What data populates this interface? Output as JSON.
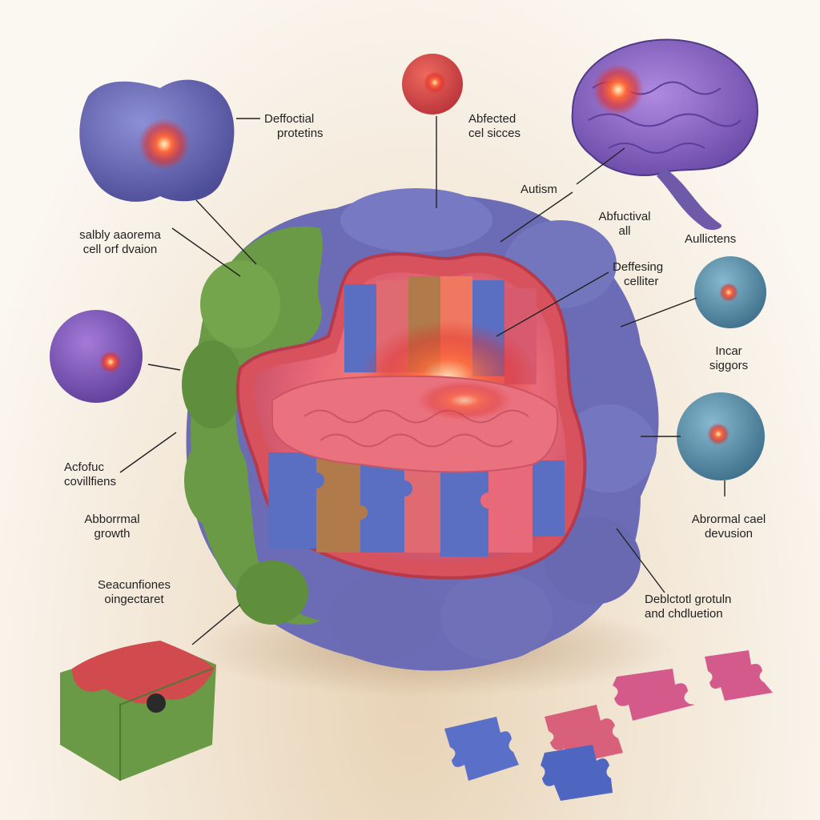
{
  "labels": {
    "defective_proteins": [
      "Deffoctial",
      "protetins"
    ],
    "affected_cell_sites": [
      "Abfected",
      "cel sicces"
    ],
    "autism": "Autism",
    "abfunctival_all": [
      "Abfuctival",
      "all"
    ],
    "aullictens": "Aullictens",
    "slightly_abnormal": [
      "salbly aaorema",
      "cell orf dvaion"
    ],
    "defecting_cell": [
      "Deffesing",
      "celliter"
    ],
    "incar_siggors": [
      "Incar",
      "siggors"
    ],
    "acfofuc_conditions": [
      "Acfofuc",
      "covillfiens"
    ],
    "abnormal_growth": [
      "Abborrmal",
      "growth"
    ],
    "abnormal_cell_devision": [
      "Abrormal cael",
      "devusion"
    ],
    "seacunfionees": [
      "Seacunfiones",
      "oingectaret"
    ],
    "defected_protein": [
      "Deblctotl grotuln",
      "and chdluetion"
    ]
  },
  "colors": {
    "blob_purple": "#6f6fb8",
    "blob_green": "#6a9a45",
    "puzzle_pink": "#e86a7a",
    "puzzle_blue": "#5b6fc2",
    "puzzle_brown": "#b07a4a",
    "glow_red": "#ff3b2a",
    "brain_purple": "#8f6fc8",
    "teal_cell": "#5f93b0"
  }
}
